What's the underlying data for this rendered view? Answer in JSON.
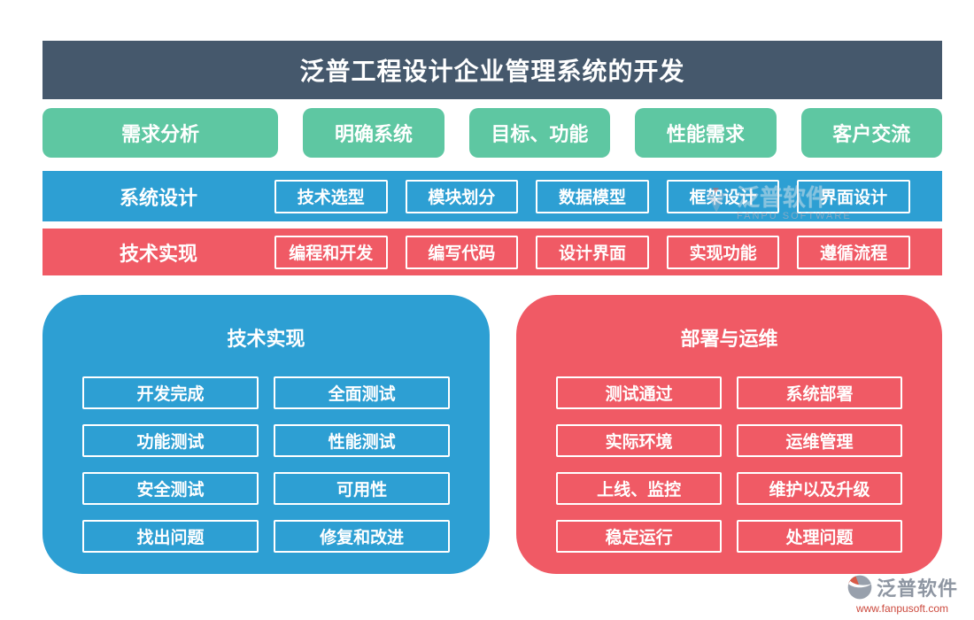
{
  "page": {
    "title": "泛普工程设计企业管理系统的开发"
  },
  "colors": {
    "header_bg": "#45586c",
    "green": "#5ec7a2",
    "blue": "#2d9fd3",
    "red": "#f05a65",
    "footer_gray": "#8e96a2",
    "footer_url_red": "#cc4a3e"
  },
  "requirements_row": {
    "items": [
      "需求分析",
      "明确系统",
      "目标、功能",
      "性能需求",
      "客户交流"
    ]
  },
  "design_row": {
    "label": "系统设计",
    "items": [
      "技术选型",
      "模块划分",
      "数据模型",
      "框架设计",
      "界面设计"
    ]
  },
  "implementation_row": {
    "label": "技术实现",
    "items": [
      "编程和开发",
      "编写代码",
      "设计界面",
      "实现功能",
      "遵循流程"
    ]
  },
  "testing_panel": {
    "title": "技术实现",
    "items": [
      "开发完成",
      "全面测试",
      "功能测试",
      "性能测试",
      "安全测试",
      "可用性",
      "找出问题",
      "修复和改进"
    ]
  },
  "deployment_panel": {
    "title": "部署与运维",
    "items": [
      "测试通过",
      "系统部署",
      "实际环境",
      "运维管理",
      "上线、监控",
      "维护以及升级",
      "稳定运行",
      "处理问题"
    ]
  },
  "watermark": {
    "text": "泛普软件",
    "subtext": "FANPU SOFTWARE"
  },
  "footer": {
    "brand": "泛普软件",
    "url": "www.fanpusoft.com"
  }
}
